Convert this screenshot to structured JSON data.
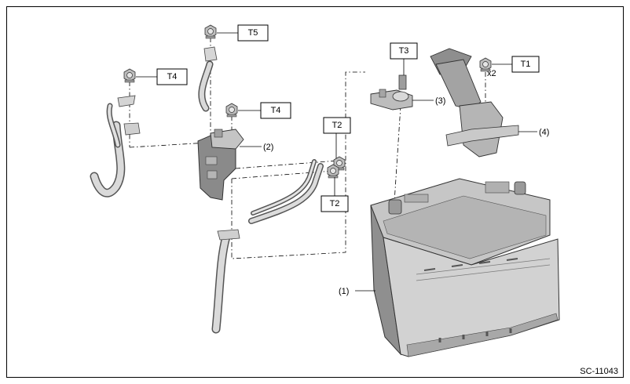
{
  "callouts": {
    "battery": "(1)",
    "fuse_box": "(2)",
    "terminal": "(3)",
    "clamp": "(4)"
  },
  "torque_labels": {
    "t1": "T1",
    "t1_qty": "x2",
    "t2_upper": "T2",
    "t2_lower": "T2",
    "t3": "T3",
    "t4_left": "T4",
    "t4_center": "T4",
    "t5": "T5"
  },
  "figure_id": "SC-11043",
  "colors": {
    "part_fill": "#cfcfcf",
    "part_dark": "#8e8e8e",
    "line": "#000000"
  }
}
